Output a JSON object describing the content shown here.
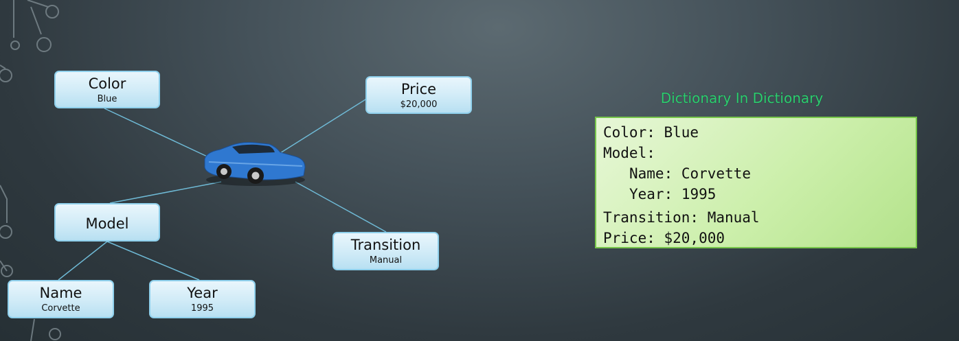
{
  "diagram": {
    "nodes": {
      "color": {
        "title": "Color",
        "value": "Blue"
      },
      "price": {
        "title": "Price",
        "value": "$20,000"
      },
      "model": {
        "title": "Model"
      },
      "transition": {
        "title": "Transition",
        "value": "Manual"
      },
      "name": {
        "title": "Name",
        "value": "Corvette"
      },
      "year": {
        "title": "Year",
        "value": "1995"
      }
    },
    "car_color": "#2f78d0",
    "line_color": "#6fbad6"
  },
  "panel": {
    "title": "Dictionary In Dictionary",
    "lines": {
      "color": "Color: Blue",
      "model": "Model:",
      "name": "Name: Corvette",
      "year": "Year: 1995",
      "transition": "Transition: Manual",
      "price": "Price: $20,000"
    }
  }
}
